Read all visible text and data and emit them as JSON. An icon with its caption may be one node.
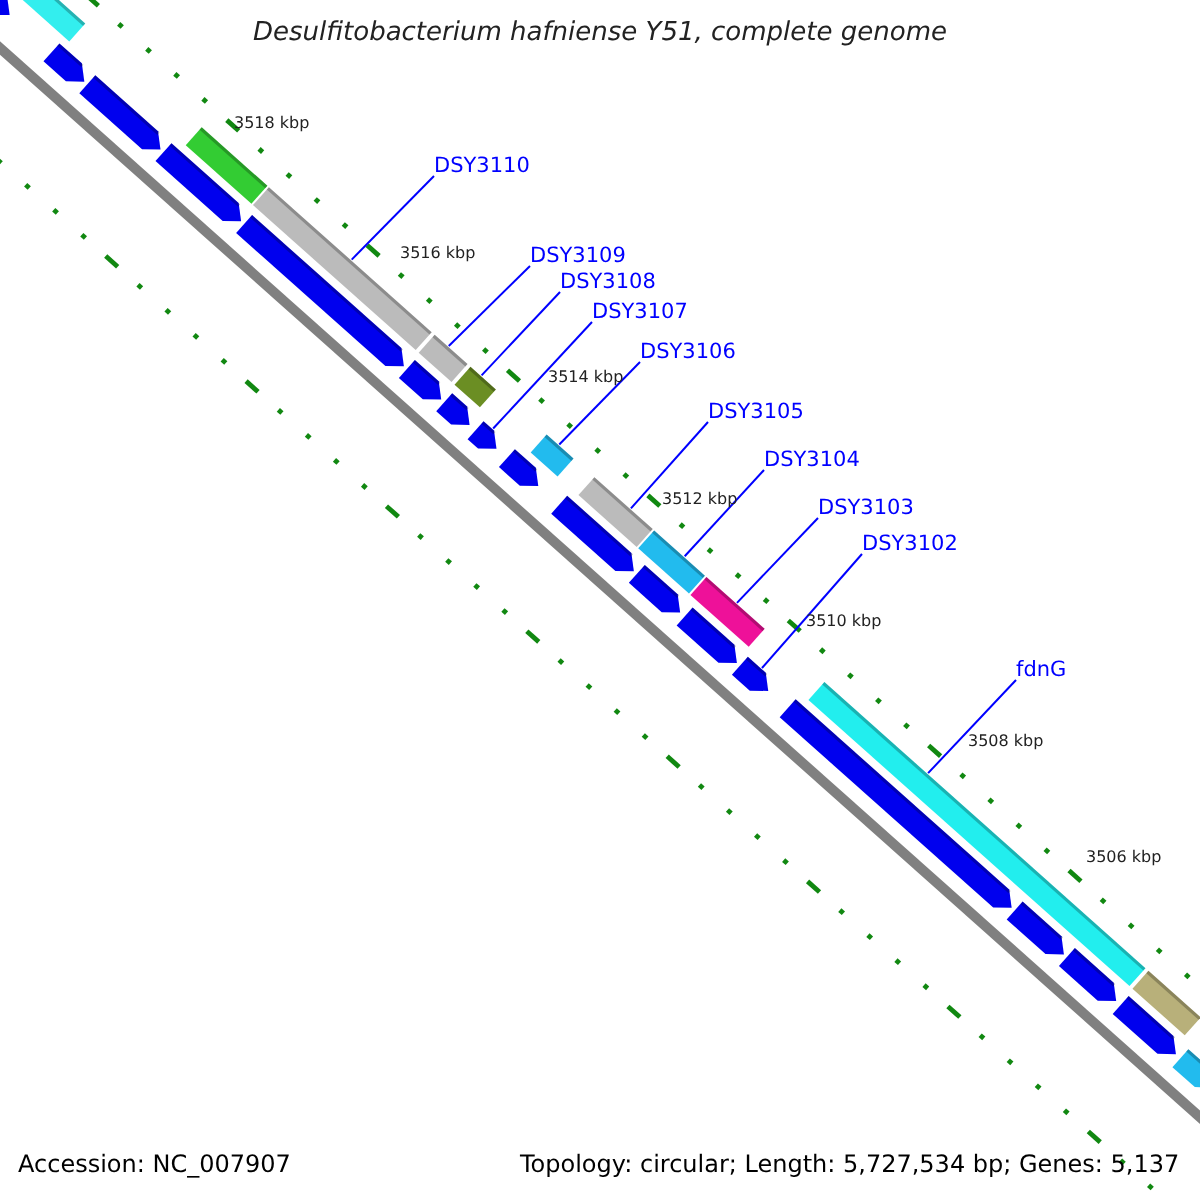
{
  "diagram": {
    "title": "Desulfitobacterium hafniense Y51, complete genome",
    "nodes": [
      {
        "text": [
          "DSY3110"
        ]
      },
      {
        "text": [
          "DSY3109"
        ]
      },
      {
        "text": [
          "DSY3108"
        ]
      },
      {
        "text": [
          "DSY3107"
        ]
      },
      {
        "text": [
          "DSY3106"
        ]
      },
      {
        "text": [
          "DSY3105"
        ]
      },
      {
        "text": [
          "DSY3104"
        ]
      },
      {
        "text": [
          "DSY3103"
        ]
      },
      {
        "text": [
          "DSY3102"
        ]
      },
      {
        "text": [
          "fdnG"
        ]
      },
      {
        "text": [],
        "shape": "bar"
      },
      {
        "text": [],
        "shape": "pentagon"
      },
      {
        "text": [],
        "shape": "pentagon"
      },
      {
        "text": [],
        "shape": "pentagon"
      },
      {
        "text": [],
        "shape": "pentagon"
      },
      {
        "text": [],
        "shape": "bar"
      },
      {
        "text": [],
        "shape": "bar"
      },
      {
        "text": [],
        "shape": "pentagon"
      },
      {
        "text": [],
        "shape": "bar"
      },
      {
        "text": [],
        "shape": "pentagon"
      },
      {
        "text": [],
        "shape": "bar"
      },
      {
        "text": [],
        "shape": "pentagon"
      },
      {
        "text": [],
        "shape": "pentagon"
      },
      {
        "text": [],
        "shape": "pentagon"
      },
      {
        "text": [],
        "shape": "bar"
      },
      {
        "text": [],
        "shape": "pentagon"
      },
      {
        "text": [],
        "shape": "bar"
      },
      {
        "text": [],
        "shape": "bar"
      },
      {
        "text": [],
        "shape": "pentagon"
      },
      {
        "text": [],
        "shape": "bar"
      },
      {
        "text": [],
        "shape": "pentagon"
      },
      {
        "text": [],
        "shape": "pentagon"
      },
      {
        "text": [],
        "shape": "pentagon"
      },
      {
        "text": [],
        "shape": "bar"
      },
      {
        "text": [],
        "shape": "pentagon"
      },
      {
        "text": [],
        "shape": "pentagon"
      },
      {
        "text": [],
        "shape": "bar"
      },
      {
        "text": [],
        "shape": "pentagon"
      },
      {
        "text": [],
        "shape": "pentagon"
      }
    ],
    "edges": [
      {
        "from": 0,
        "to": 16,
        "arrow": "none"
      },
      {
        "from": 1,
        "to": 18,
        "arrow": "none"
      },
      {
        "from": 2,
        "to": 20,
        "arrow": "none"
      },
      {
        "from": 3,
        "to": 22,
        "arrow": "none"
      },
      {
        "from": 4,
        "to": 24,
        "arrow": "none"
      },
      {
        "from": 5,
        "to": 26,
        "arrow": "none"
      },
      {
        "from": 6,
        "to": 27,
        "arrow": "none"
      },
      {
        "from": 7,
        "to": 29,
        "arrow": "none"
      },
      {
        "from": 8,
        "to": 31,
        "arrow": "none"
      },
      {
        "from": 9,
        "to": 33,
        "arrow": "none"
      }
    ],
    "labels": [
      "3518 kbp",
      "3516 kbp",
      "3514 kbp",
      "3512 kbp",
      "3510 kbp",
      "3508 kbp",
      "3506 kbp",
      "Accession: NC_007907",
      "Topology: circular; Length: 5,727,534 bp; Genes: 5,137"
    ]
  }
}
